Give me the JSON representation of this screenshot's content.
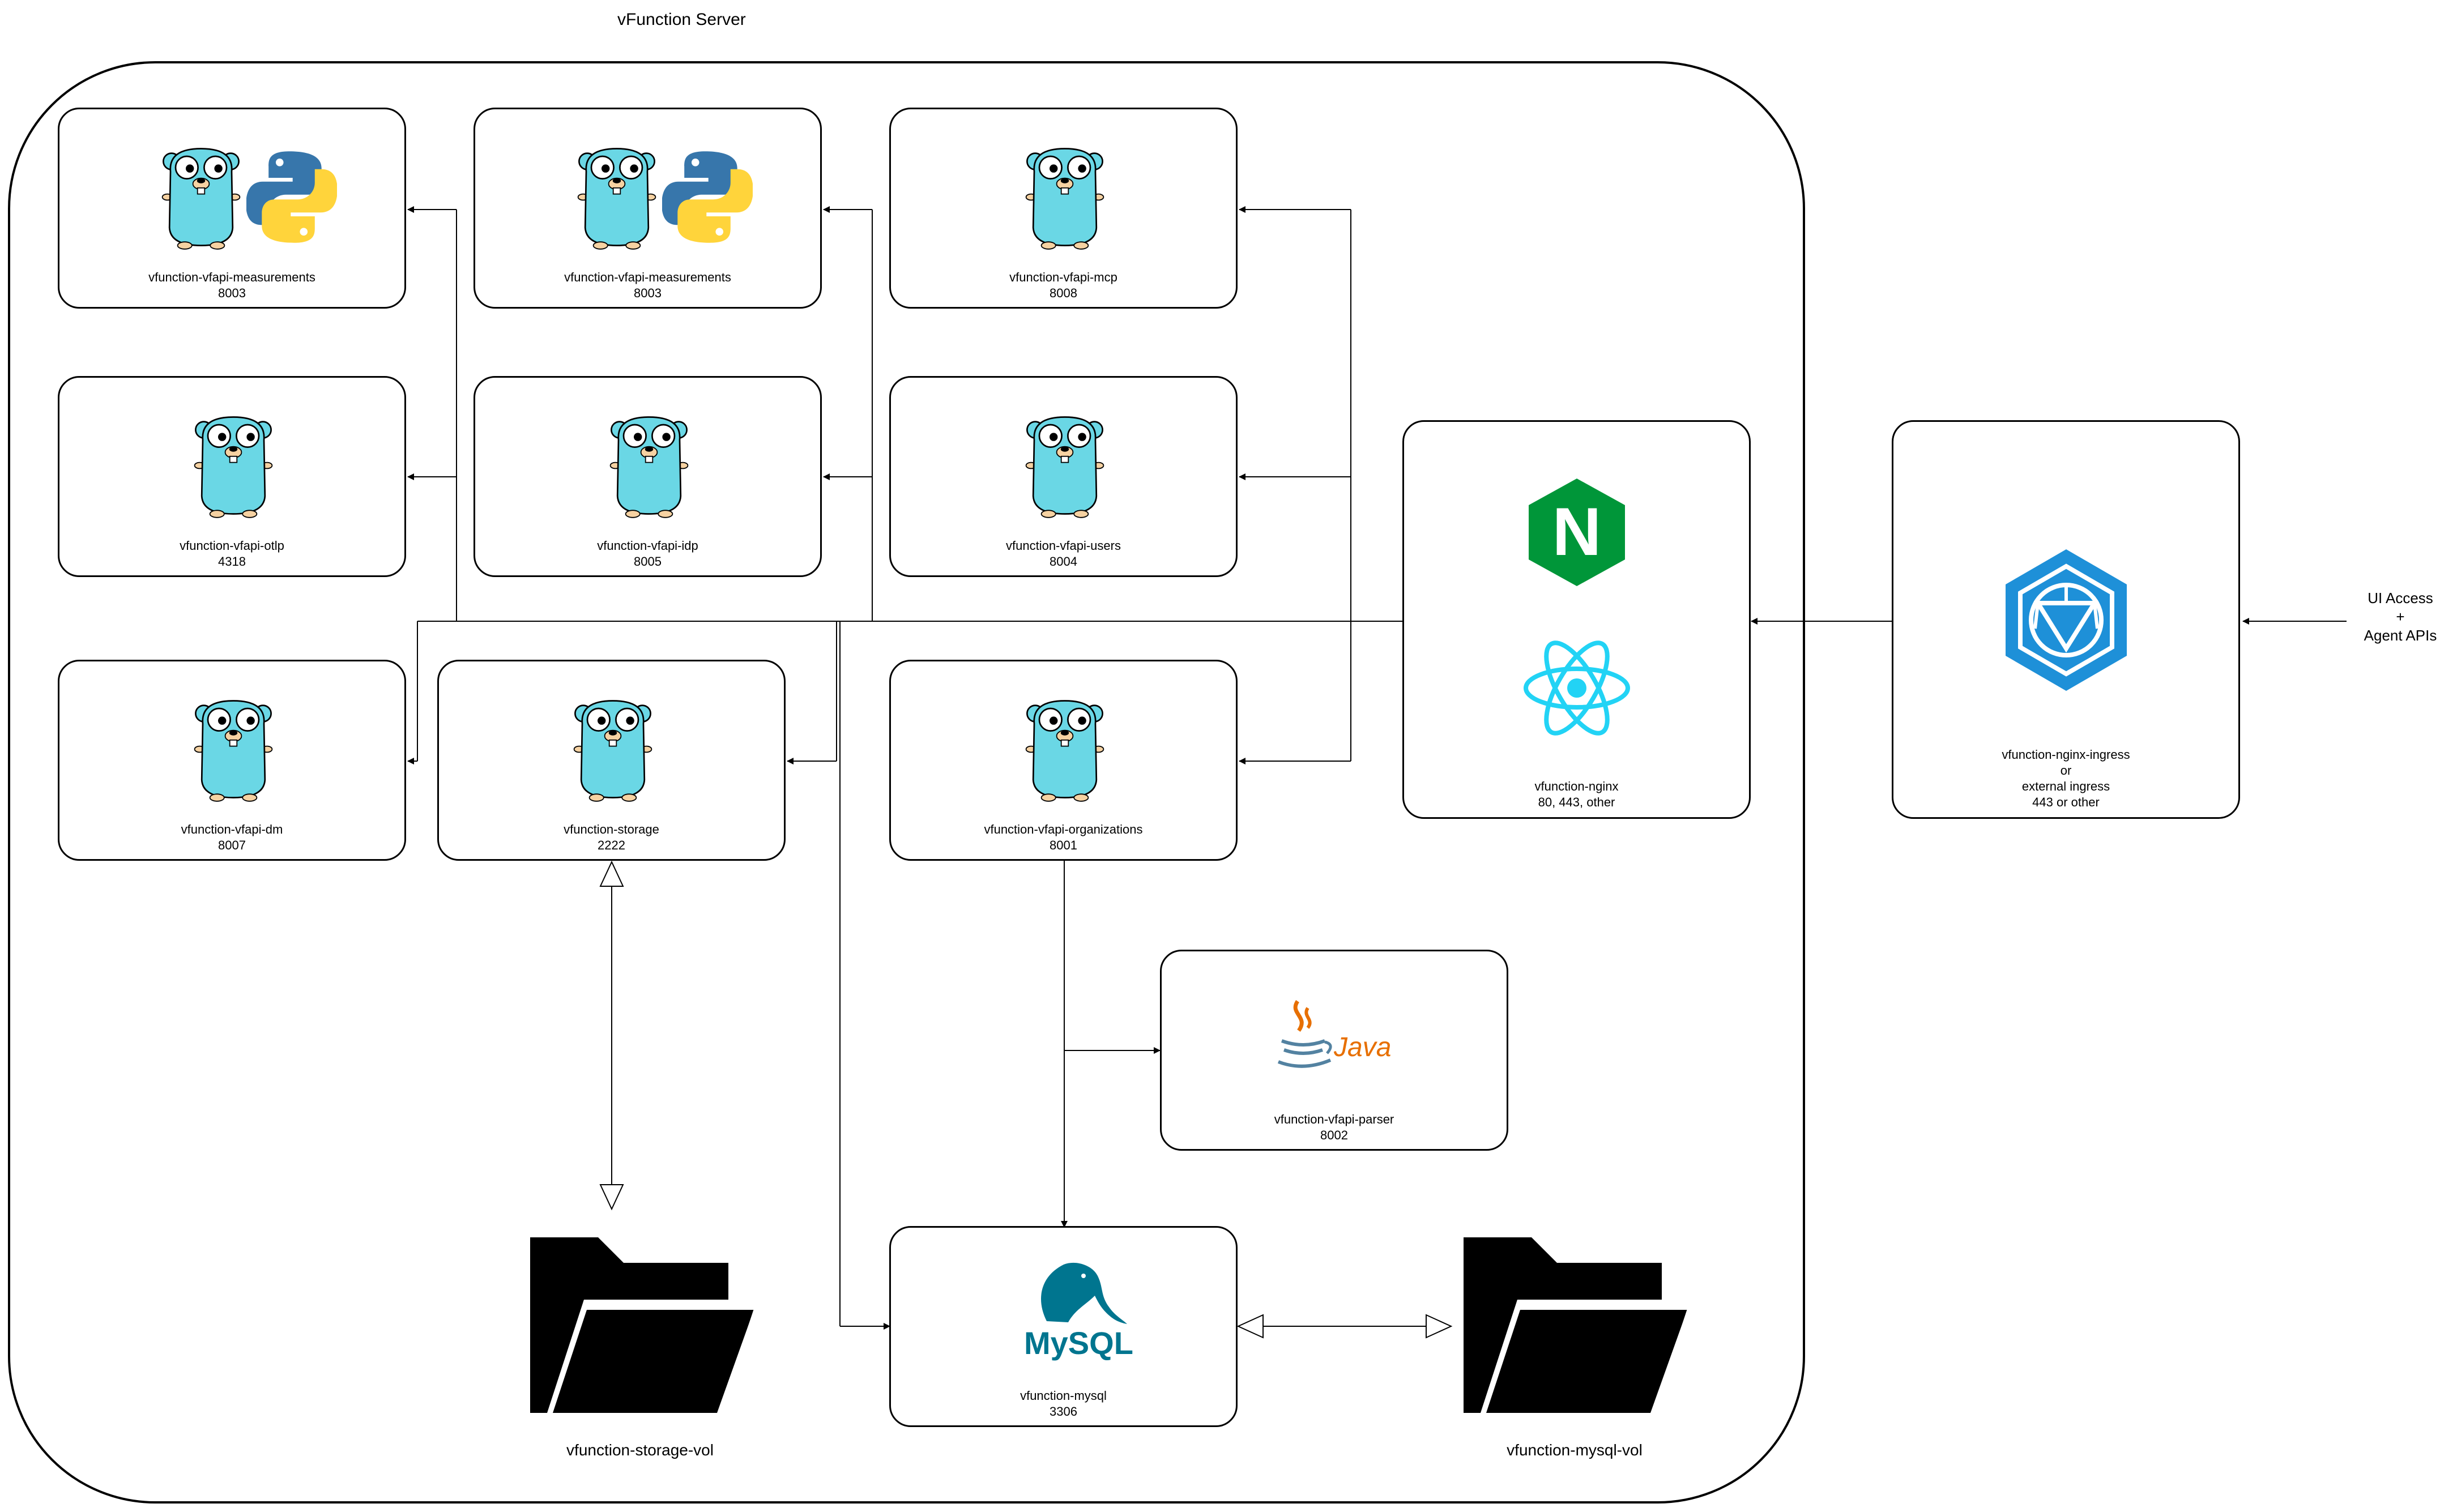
{
  "diagram": {
    "title": "vFunction Server",
    "external": {
      "line1": "UI Access",
      "line2": "+",
      "line3": "Agent APIs"
    },
    "services": {
      "measurements_a": {
        "name": "vfunction-vfapi-measurements",
        "port": "8003",
        "icons": [
          "go-gopher-icon",
          "python-icon"
        ]
      },
      "measurements_b": {
        "name": "vfunction-vfapi-measurements",
        "port": "8003",
        "icons": [
          "go-gopher-icon",
          "python-icon"
        ]
      },
      "mcp": {
        "name": "vfunction-vfapi-mcp",
        "port": "8008",
        "icons": [
          "go-gopher-icon"
        ]
      },
      "otlp": {
        "name": "vfunction-vfapi-otlp",
        "port": "4318",
        "icons": [
          "go-gopher-icon"
        ]
      },
      "idp": {
        "name": "vfunction-vfapi-idp",
        "port": "8005",
        "icons": [
          "go-gopher-icon"
        ]
      },
      "users": {
        "name": "vfunction-vfapi-users",
        "port": "8004",
        "icons": [
          "go-gopher-icon"
        ]
      },
      "dm": {
        "name": "vfunction-vfapi-dm",
        "port": "8007",
        "icons": [
          "go-gopher-icon"
        ]
      },
      "storage": {
        "name": "vfunction-storage",
        "port": "2222",
        "icons": [
          "go-gopher-icon"
        ]
      },
      "organizations": {
        "name": "vfunction-vfapi-organizations",
        "port": "8001",
        "icons": [
          "go-gopher-icon"
        ]
      },
      "parser": {
        "name": "vfunction-vfapi-parser",
        "port": "8002",
        "icons": [
          "java-icon"
        ]
      },
      "mysql": {
        "name": "vfunction-mysql",
        "port": "3306",
        "icons": [
          "mysql-icon"
        ]
      },
      "nginx": {
        "name": "vfunction-nginx",
        "port": "80, 443, other",
        "icons": [
          "nginx-icon",
          "react-icon"
        ]
      },
      "ingress": {
        "line1": "vfunction-nginx-ingress",
        "line2": "or",
        "line3": "external ingress",
        "port": "443 or other",
        "icons": [
          "ingress-icon"
        ]
      }
    },
    "volumes": {
      "storage_vol": "vfunction-storage-vol",
      "mysql_vol": "vfunction-mysql-vol"
    },
    "logo_texts": {
      "nginx": "N",
      "java": "Java",
      "mysql": "MySQL"
    },
    "colors": {
      "gopher": "#6AD7E5",
      "python_blue": "#3776AB",
      "python_yellow": "#FFD43B",
      "nginx_green": "#009639",
      "react_cyan": "#22D3F5",
      "ingress_blue": "#1E90D8",
      "java_orange": "#E76F00",
      "java_blue": "#5382A1",
      "mysql_blue": "#00758F",
      "mysql_orange": "#F29111"
    }
  }
}
